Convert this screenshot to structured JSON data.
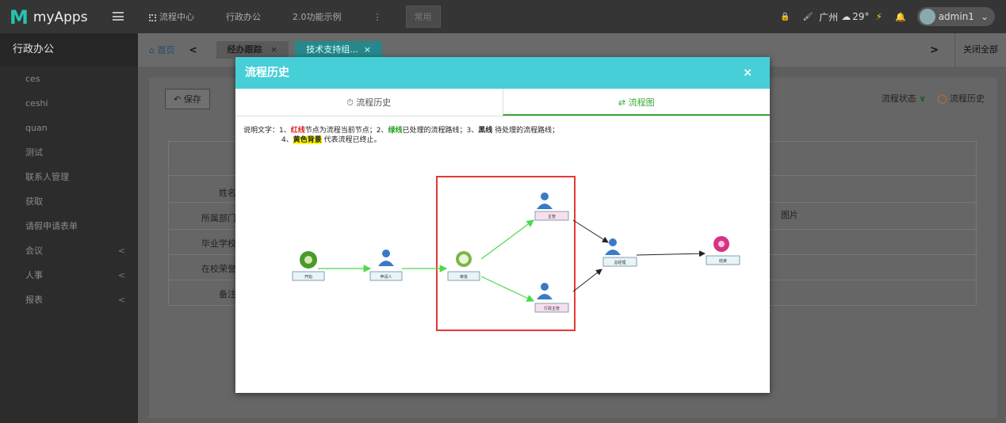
{
  "app": {
    "logo_letter": "M",
    "name": "myApps"
  },
  "topnav": {
    "items": [
      "流程中心",
      "行政办公",
      "2.0功能示例"
    ],
    "more": "⋮",
    "common": "常用"
  },
  "topright": {
    "lock": "🔒",
    "brush": "🖌",
    "city": "广州",
    "weather": "☁",
    "temp": "29°",
    "bolt": "⚡",
    "bell": "🔔",
    "user": "admin1",
    "chev": "⌄"
  },
  "sidebar": {
    "header": "行政办公",
    "items": [
      {
        "label": "ces",
        "arrow": ""
      },
      {
        "label": "ceshi",
        "arrow": ""
      },
      {
        "label": "quan",
        "arrow": ""
      },
      {
        "label": "测试",
        "arrow": ""
      },
      {
        "label": "联系人管理",
        "arrow": ""
      },
      {
        "label": "获取",
        "arrow": ""
      },
      {
        "label": "请假申请表单",
        "arrow": ""
      },
      {
        "label": "会议",
        "arrow": "<"
      },
      {
        "label": "人事",
        "arrow": "<"
      },
      {
        "label": "报表",
        "arrow": "<"
      }
    ]
  },
  "tabs": {
    "home": "首页",
    "nav_left": "<",
    "nav_right": ">",
    "close_all": "关闭全部",
    "items": [
      {
        "label": "经办跟踪",
        "close": "×"
      },
      {
        "label": "技术支持组...",
        "close": "×"
      }
    ]
  },
  "content": {
    "save": "保存",
    "status": "流程状态",
    "status_chevron": "∨",
    "history": "流程历史",
    "fields": [
      "姓名",
      "所属部门",
      "毕业学校",
      "在校荣誉",
      "备注"
    ],
    "image_label": "图片"
  },
  "modal": {
    "title": "流程历史",
    "close": "×",
    "tab_history": "流程历史",
    "tab_diagram": "流程图",
    "desc": {
      "p1": "说明文字：1、",
      "red": "红线",
      "p2": "节点为流程当前节点；2、",
      "green": "绿线",
      "p3": "已处理的流程路线；3、",
      "black": "黑线",
      "p4": " 待处理的流程路线；",
      "p5": "4、",
      "yellow": "黄色背景",
      "p6": " 代表流程已终止。"
    },
    "nodes": {
      "start": "开始",
      "applicant": "申请人",
      "approve": "审批",
      "manager": "主管",
      "admin_manager": "行政主管",
      "gm": "总经理",
      "end": "结束"
    }
  },
  "colors": {
    "accent": "#47cfd8",
    "green": "#3aaa35",
    "highlight": "#e53935"
  }
}
